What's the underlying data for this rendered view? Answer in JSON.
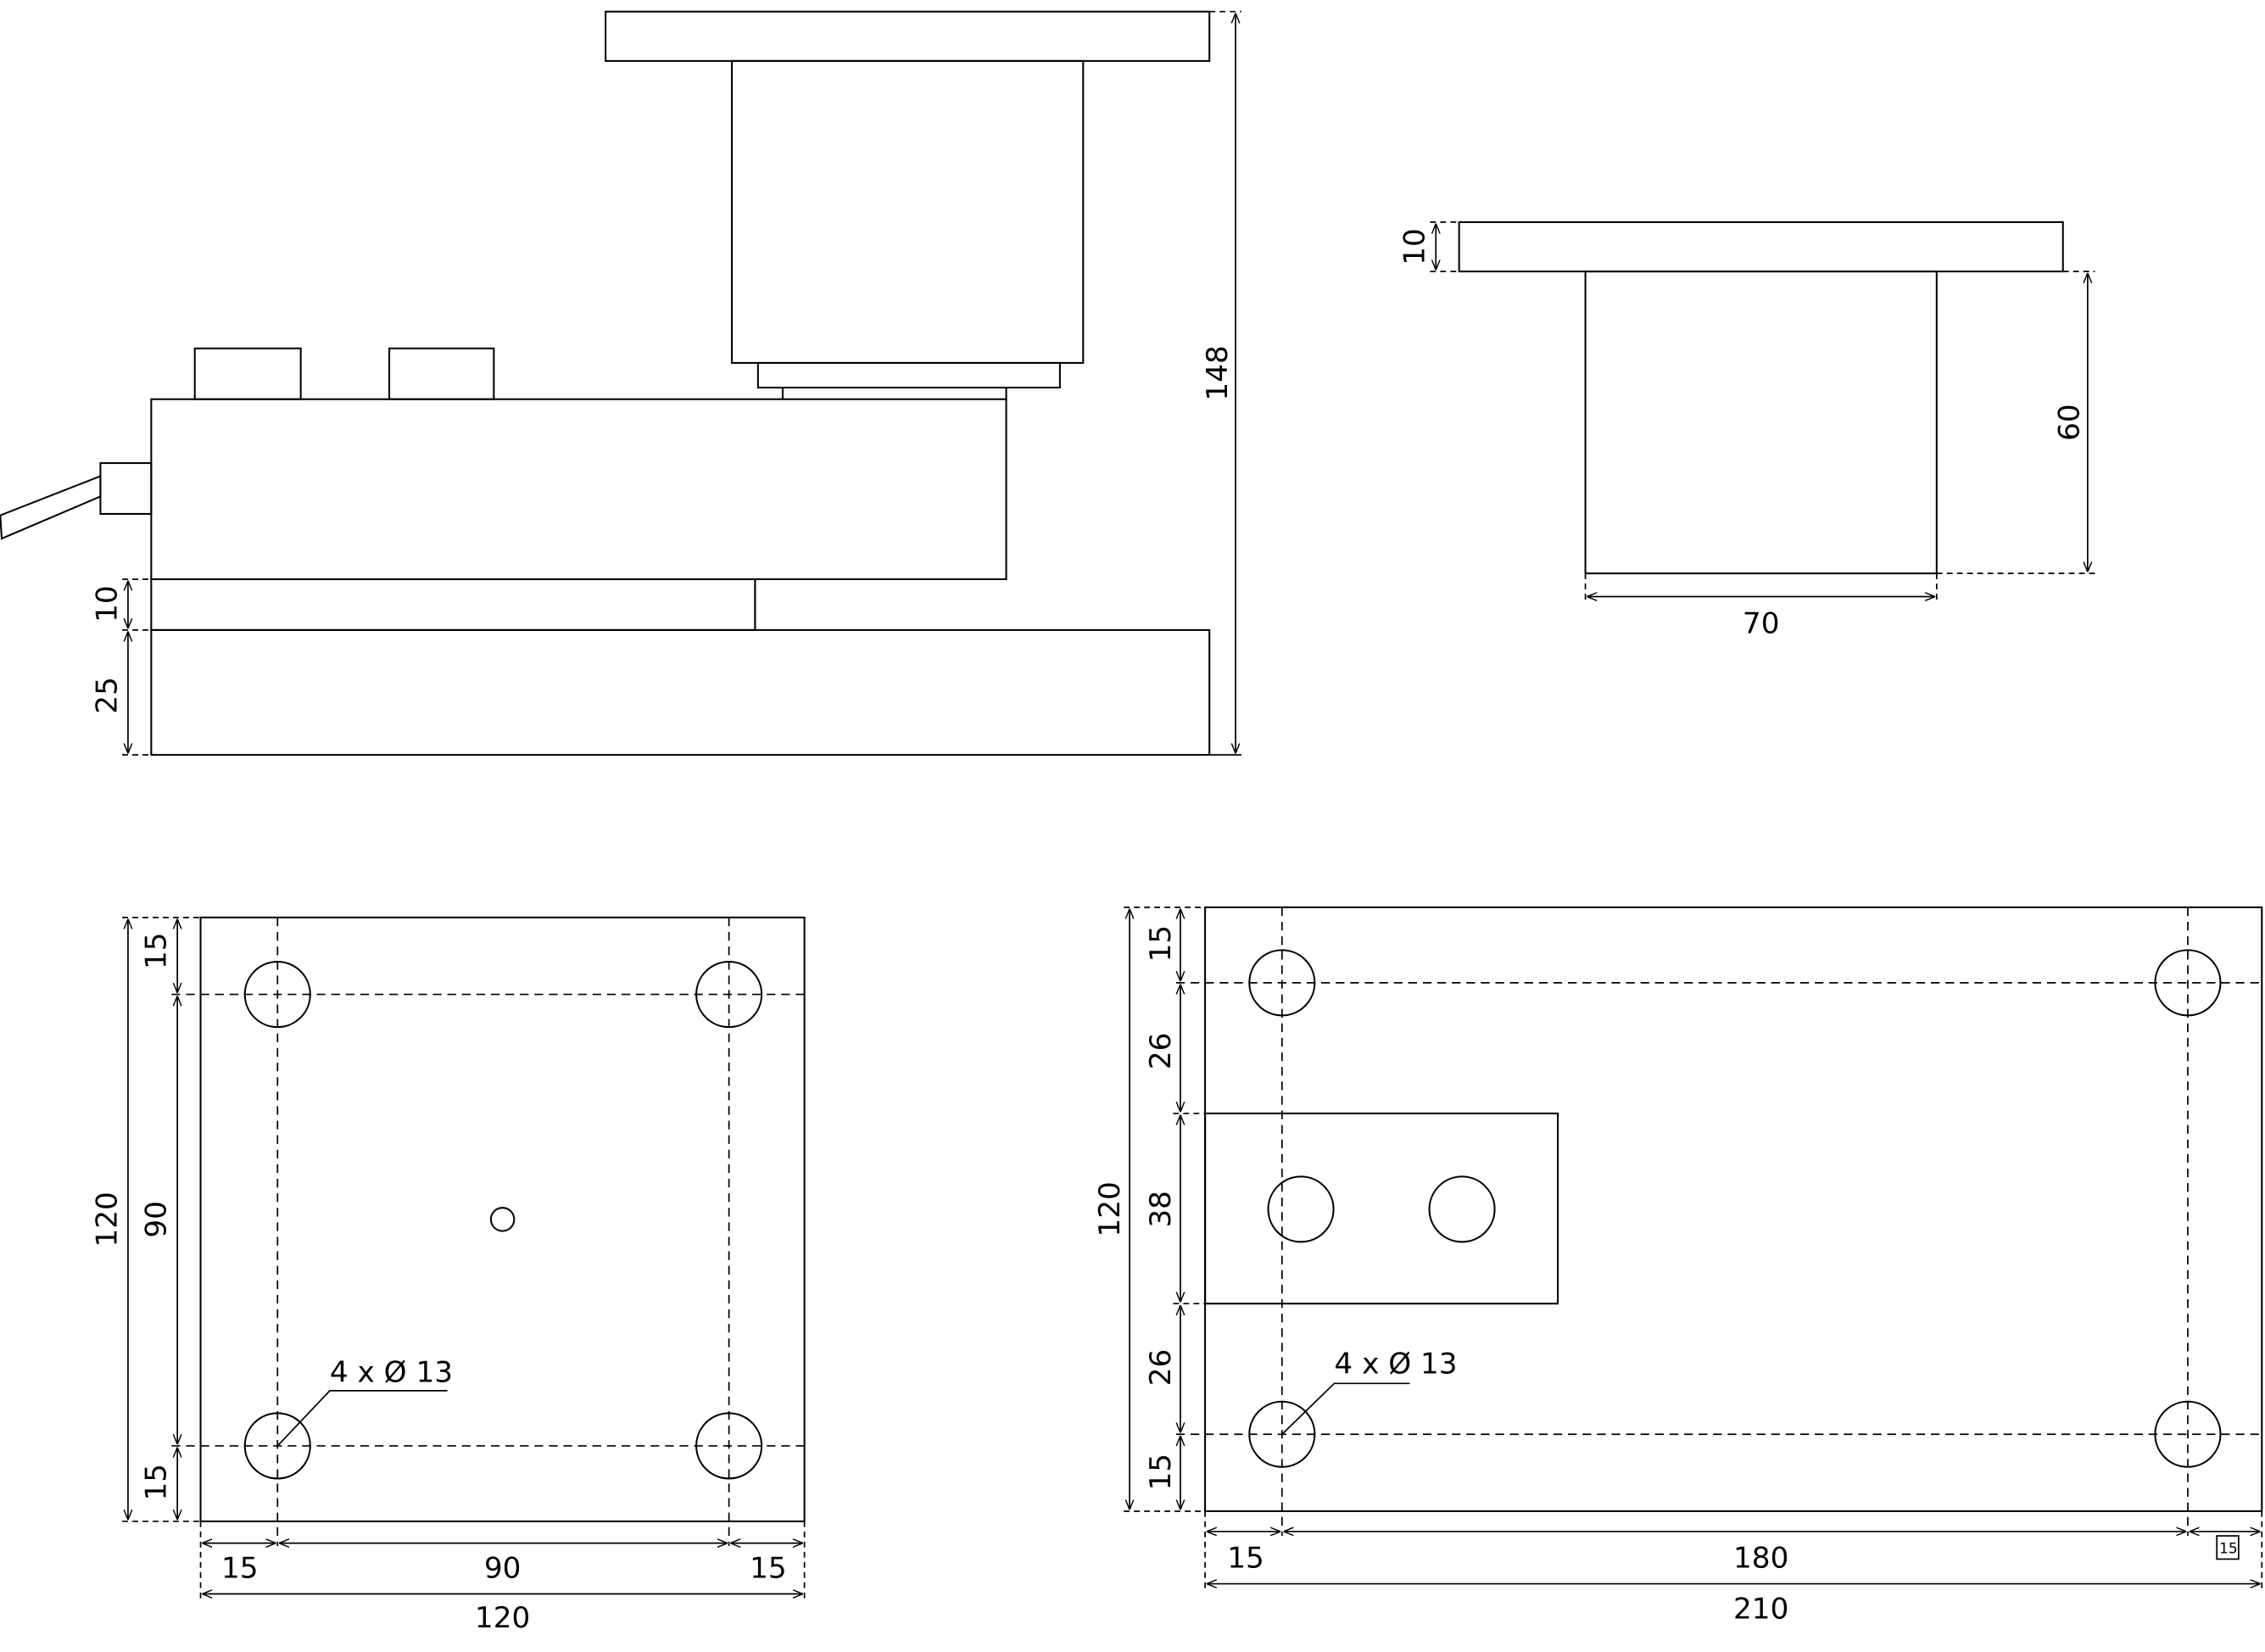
{
  "labels": {
    "side_height_total": "148",
    "side_gap": "10",
    "side_base": "25",
    "front_top": "10",
    "front_body": "60",
    "front_width": "70",
    "sq_left_top": "15",
    "sq_left_mid": "90",
    "sq_left_bot": "15",
    "sq_left_total": "120",
    "sq_bottom_left": "15",
    "sq_bottom_mid": "90",
    "sq_bottom_right": "15",
    "sq_bottom_total": "120",
    "sq_hole_note": "4 x Ø 13",
    "rect_left_15a": "15",
    "rect_left_26a": "26",
    "rect_left_38": "38",
    "rect_left_26b": "26",
    "rect_left_15b": "15",
    "rect_left_total": "120",
    "rect_bottom_left": "15",
    "rect_bottom_mid": "180",
    "rect_bottom_right": "15",
    "rect_bottom_total": "210",
    "rect_hole_note": "4 x Ø 13"
  }
}
